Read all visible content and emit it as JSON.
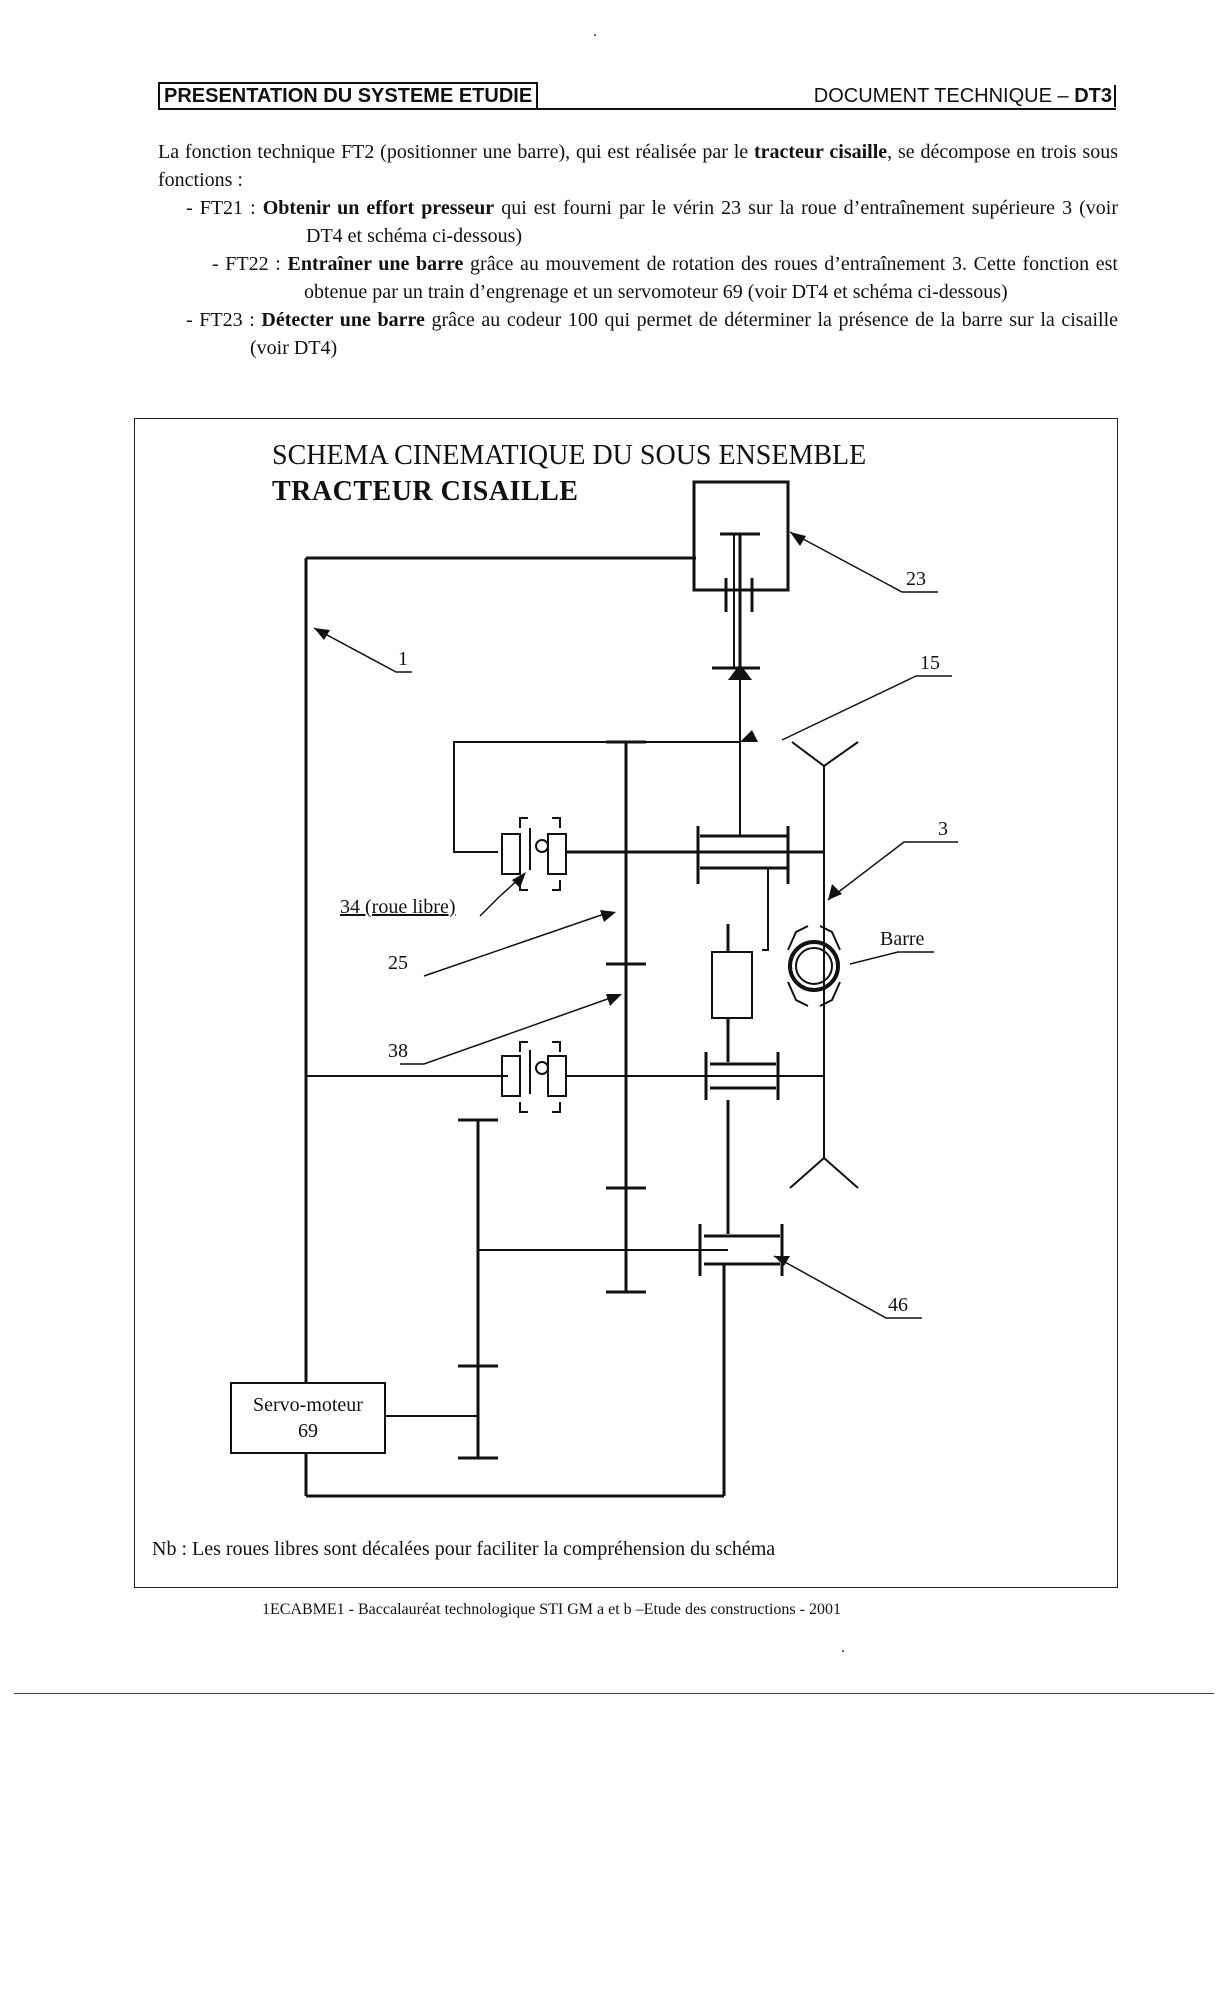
{
  "header": {
    "left": "PRESENTATION DU SYSTEME ETUDIE",
    "right_prefix": "DOCUMENT TECHNIQUE",
    "right_code": "DT3"
  },
  "intro": {
    "p1_a": "La fonction technique FT2 (positionner une barre), qui est réalisée par le ",
    "p1_b": "tracteur cisaille",
    "p1_c": ", se décompose en trois sous fonctions :",
    "ft21_label": "- FT21 :",
    "ft21_bold": "Obtenir un effort presseur",
    "ft21_text": " qui est fourni par le vérin 23 sur la roue d’entraînement supérieure 3 (voir DT4 et schéma ci-dessous)",
    "ft22_label": "- FT22 :",
    "ft22_bold": "Entraîner une barre",
    "ft22_text": " grâce au mouvement de rotation des roues d’entraînement 3. Cette fonction est obtenue par un train d’engrenage et un servomoteur 69 (voir DT4 et schéma ci-dessous)",
    "ft23_label": "- FT23 :",
    "ft23_bold": "Détecter une barre",
    "ft23_text": " grâce au codeur 100 qui permet de déterminer la présence de la barre sur la cisaille (voir DT4)"
  },
  "schema": {
    "title": "SCHEMA  CINEMATIQUE  DU SOUS ENSEMBLE",
    "subtitle": "TRACTEUR  CISAILLE",
    "labels": {
      "l23": "23",
      "l1": "1",
      "l15": "15",
      "l3": "3",
      "l34": "34 (roue libre)",
      "l25": "25",
      "barre": "Barre",
      "l38": "38",
      "l46": "46"
    },
    "servo_line1": "Servo-moteur",
    "servo_line2": "69",
    "note": "Nb : Les roues libres sont décalées pour faciliter la compréhension du schéma"
  },
  "footer": "1ECABME1   - Baccalauréat technologique STI GM a et b –Etude des constructions - 2001"
}
